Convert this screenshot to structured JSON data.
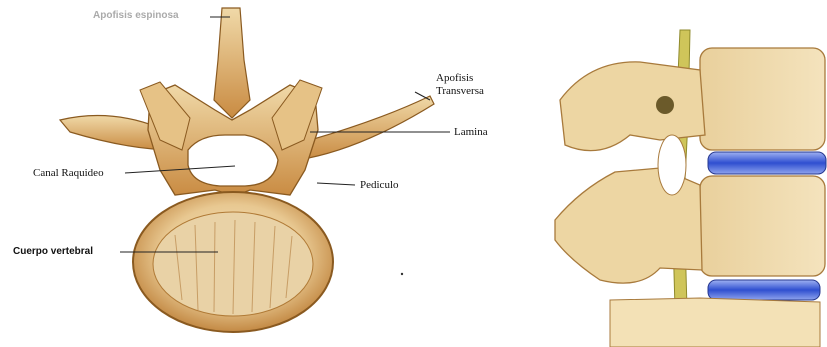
{
  "labels": {
    "apofisis_espinosa": "Apofisis espinosa",
    "apofisis_transversa_1": "Apofisis",
    "apofisis_transversa_2": "Transversa",
    "lamina": "Lamina",
    "canal_raquideo": "Canal Raquideo",
    "pediculo": "Pediculo",
    "cuerpo_vertebral": "Cuerpo vertebral"
  },
  "colors": {
    "bone_light": "#f2dcae",
    "bone_mid": "#d9a55e",
    "bone_dark": "#9b6526",
    "disc_blue": "#3b59d6",
    "nerve_yellow": "#c9c24a",
    "spongy": "#e8cfa1"
  }
}
